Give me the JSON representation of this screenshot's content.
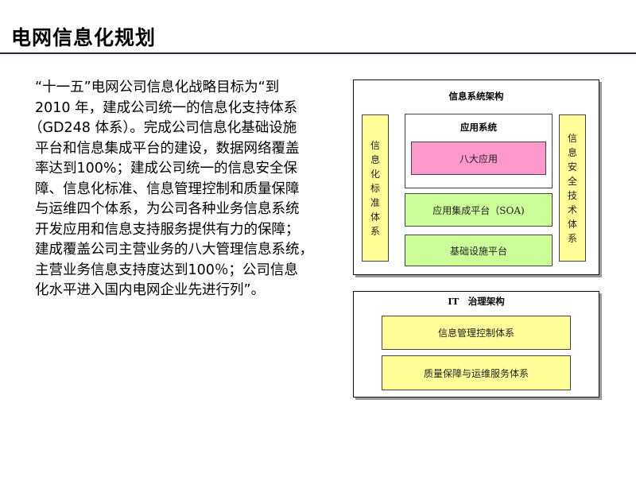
{
  "header": {
    "title": "电网信息化规划"
  },
  "paragraph": {
    "lines": [
      "“十一五”电网公司信息化战略目标为“到",
      "2010 年，建成公司统一的信息化支持体系",
      "（GD248 体系）。完成公司信息化基础设施",
      "平台和信息集成平台的建设，数据网络覆盖",
      "率达到100%；建成公司统一的信息安全保",
      "障、信息化标准、信息管理控制和质量保障",
      "与运维四个体系，为公司各种业务信息系统",
      "开发应用和信息支持服务提供有力的保障；",
      "建成覆盖公司主营业务的八大管理信息系统，",
      "主营业务信息支持度达到100％；公司信息",
      "化水平进入国内电网企业先进行列”。"
    ]
  },
  "diagram": {
    "architecture": {
      "title": "信息系统架构",
      "left_column": [
        "信",
        "息",
        "化",
        "标",
        "准",
        "体",
        "系"
      ],
      "right_column": [
        "信",
        "息",
        "安",
        "全",
        "技",
        "术",
        "体",
        "系"
      ],
      "app_system": {
        "title": "应用系统",
        "inner": "八大应用"
      },
      "integration": "应用集成平台（SOA)",
      "infrastructure": "基础设施平台"
    },
    "governance": {
      "title": "IT　治理架构",
      "items": [
        "信息管理控制体系",
        "质量保障与运维服务体系"
      ]
    },
    "colors": {
      "yellow": "#ffff99",
      "green": "#ccff99",
      "pink": "#ff99cc",
      "rule": "#1f2a44"
    }
  }
}
